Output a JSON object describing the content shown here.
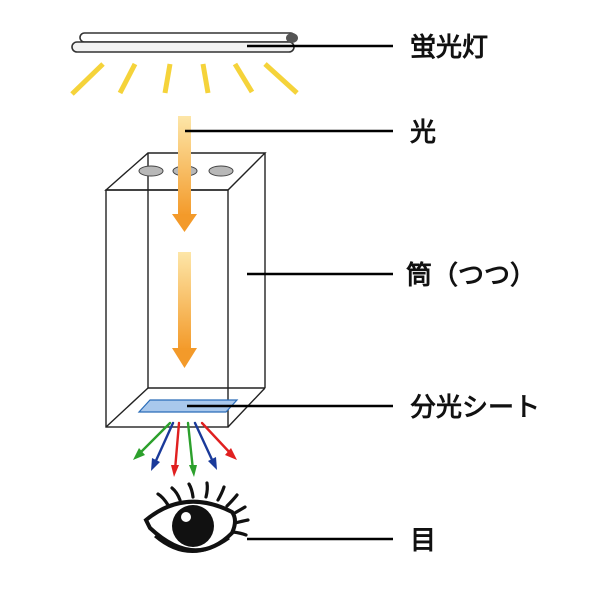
{
  "labels": {
    "lamp": "蛍光灯",
    "light": "光",
    "tube": "筒（つつ）",
    "spectral_sheet": "分光シート",
    "eye": "目"
  },
  "colors": {
    "ray_yellow": "#f5d33a",
    "light_arrow": "#f39a2a",
    "light_arrow_pale": "#fde6a8",
    "sheet_fill": "#a9c8ec",
    "sheet_edge": "#2a6cb8",
    "spectrum_green": "#2ca02c",
    "spectrum_blue": "#1a3a9a",
    "spectrum_red": "#e02020",
    "leader_line": "#000000",
    "outline": "#222222"
  },
  "icons": {
    "lamp": "fluorescent-lamp-icon",
    "eye": "eye-icon"
  }
}
